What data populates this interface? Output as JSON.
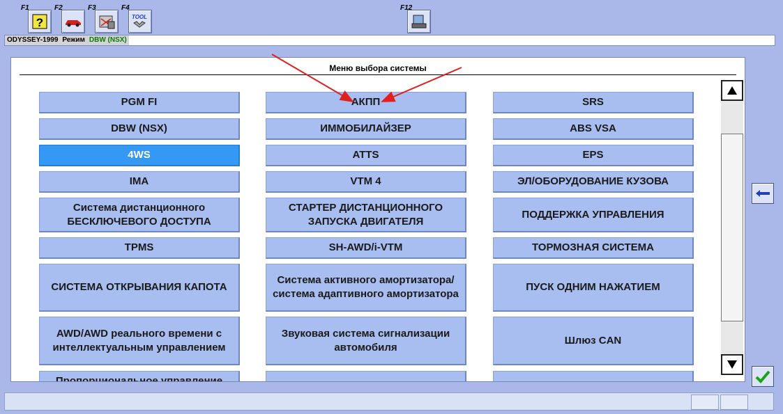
{
  "toolbar": {
    "keys": [
      {
        "label": "F1",
        "icon": "help-icon"
      },
      {
        "label": "F2",
        "icon": "car-icon"
      },
      {
        "label": "F3",
        "icon": "diagnostic-icon"
      },
      {
        "label": "F4",
        "icon": "tool-icon",
        "badge": "TOOL"
      },
      {
        "label": "F12",
        "icon": "print-icon"
      }
    ]
  },
  "status": {
    "model": "ODYSSEY-1999",
    "mode_label": "Режим",
    "mode_value": "DBW (NSX)"
  },
  "panel": {
    "title": "Меню выбора системы",
    "buttons": [
      "PGM FI",
      "АКПП",
      "SRS",
      "DBW (NSX)",
      "ИММОБИЛАЙЗЕР",
      "ABS VSA",
      "4WS",
      "ATTS",
      "EPS",
      "IMA",
      "VTM 4",
      "ЭЛ/ОБОРУДОВАНИЕ КУЗОВА",
      "Система дистанционного БЕСКЛЮЧЕВОГО ДОСТУПА",
      "СТАРТЕР ДИСТАНЦИОННОГО ЗАПУСКА ДВИГАТЕЛЯ",
      "ПОДДЕРЖКА УПРАВЛЕНИЯ",
      "TPMS",
      "SH-AWD/i-VTM",
      "ТОРМОЗНАЯ СИСТЕМА",
      "СИСТЕМА ОТКРЫВАНИЯ КАПОТА",
      "Система активного амортизатора/система адаптивного амортизатора",
      "ПУСК ОДНИМ НАЖАТИЕМ",
      "AWD/AWD реального времени с интеллектуальным управлением",
      "Звуковая система сигнализации автомобиля",
      "Шлюз CAN",
      "Пропорциональное управление",
      "",
      ""
    ],
    "selected": "4WS"
  },
  "colors": {
    "background": "#a9b8e8",
    "button": "#a8bdf0",
    "button_selected": "#3399f5",
    "annotation_arrow": "#e0201e",
    "ok_check": "#1aa31a",
    "back_arrow": "#1f3fbf"
  },
  "side": {
    "back_icon": "left-arrow-icon",
    "ok_icon": "checkmark-icon"
  }
}
